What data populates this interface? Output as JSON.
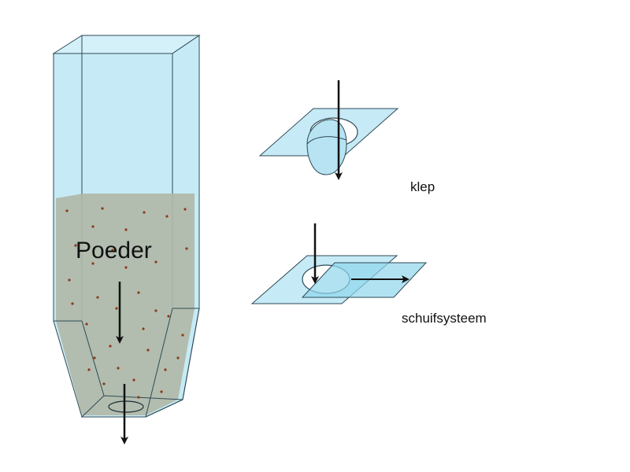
{
  "labels": {
    "powder": "Poeder",
    "valve": "klep",
    "slide": "schuifsysteem"
  },
  "colors": {
    "glass": "#c9ecf7",
    "glass_dark": "#8fd6ec",
    "outline": "#2f4a55",
    "powder": "#b0b8a8",
    "grain": "#8b3a1a",
    "arrow": "#111111"
  },
  "icons": {
    "arrow": "arrow-down-icon",
    "valve": "valve-icon",
    "slide": "slide-gate-icon"
  }
}
